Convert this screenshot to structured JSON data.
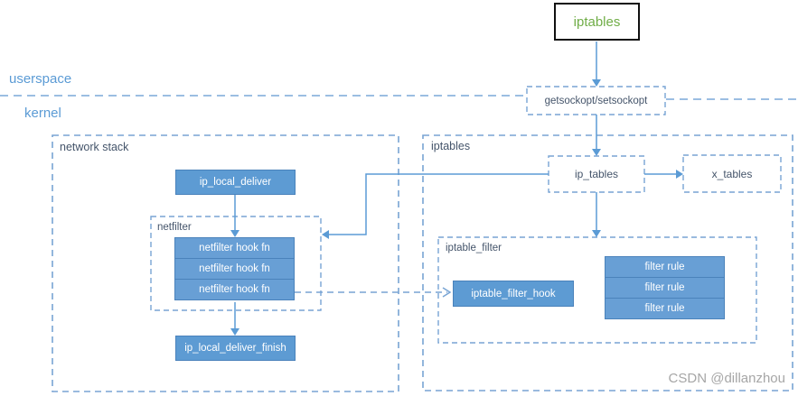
{
  "labels": {
    "userspace": "userspace",
    "kernel": "kernel",
    "watermark": "CSDN @dillanzhou"
  },
  "nodes": {
    "iptables_app": "iptables",
    "getsockopt": "getsockopt/setsockopt",
    "ip_local_deliver": "ip_local_deliver",
    "ip_local_deliver_finish": "ip_local_deliver_finish",
    "ip_tables": "ip_tables",
    "x_tables": "x_tables",
    "iptable_filter_hook": "iptable_filter_hook"
  },
  "containers": {
    "network_stack": "network stack",
    "netfilter": "netfilter",
    "iptables_kernel": "iptables",
    "iptable_filter": "iptable_filter"
  },
  "lists": {
    "netfilter_hooks": [
      "netfilter hook fn",
      "netfilter hook fn",
      "netfilter hook fn"
    ],
    "filter_rules": [
      "filter rule",
      "filter rule",
      "filter rule"
    ]
  },
  "colors": {
    "node_fill": "#5d9bd3",
    "node_border": "#4a82bb",
    "dashed_border": "#78a4d4",
    "connector": "#5b9bd5",
    "label_dark": "#44546a",
    "label_blue": "#5b9bd5",
    "app_text_green": "#70ad47",
    "app_box_border": "#111111",
    "watermark_gray": "#a6a6a6"
  }
}
